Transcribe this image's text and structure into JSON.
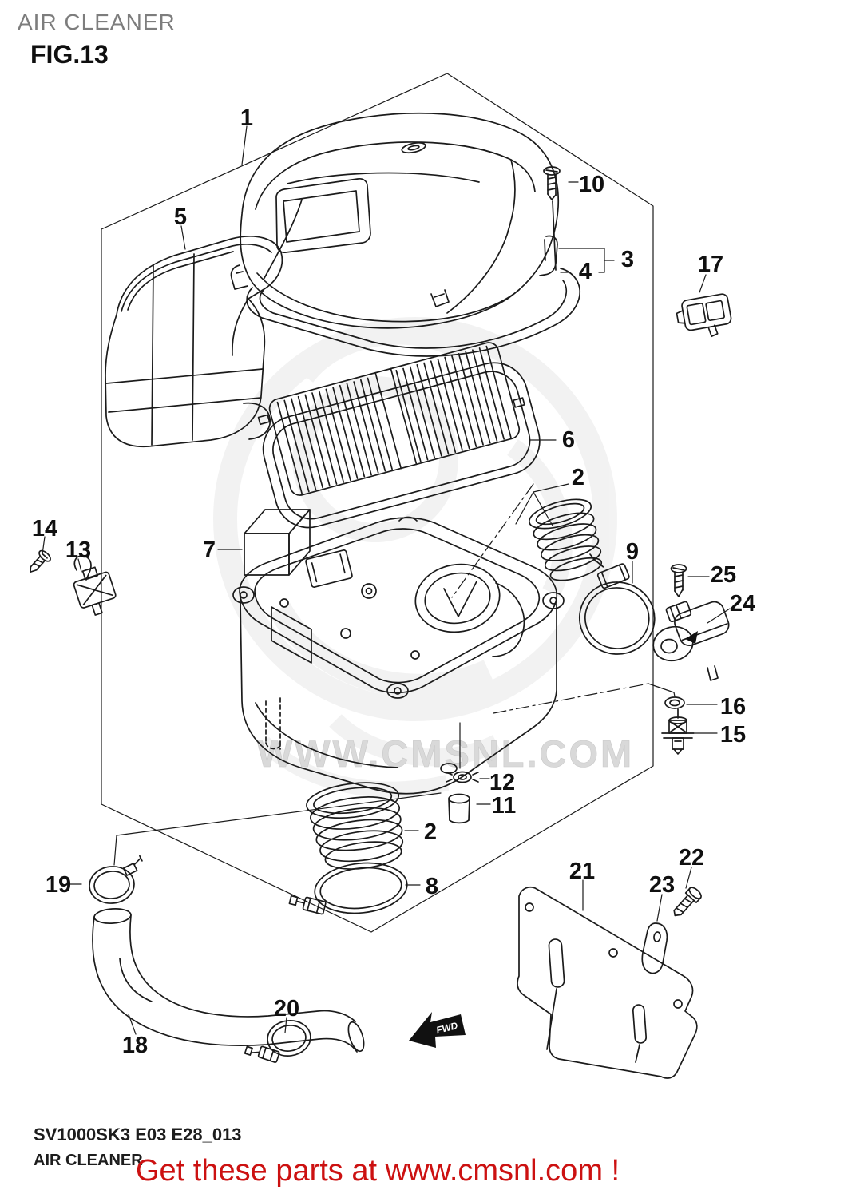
{
  "header": {
    "title": "AIR CLEANER",
    "figure": "FIG.13"
  },
  "watermark": {
    "text": "WWW.CMSNL.COM"
  },
  "fwd": {
    "label": "FWD"
  },
  "callouts": {
    "c1": "1",
    "c2": "2",
    "c2b": "2",
    "c3": "3",
    "c4": "4",
    "c5": "5",
    "c6": "6",
    "c7": "7",
    "c8": "8",
    "c9": "9",
    "c10": "10",
    "c11": "11",
    "c12": "12",
    "c13": "13",
    "c14": "14",
    "c15": "15",
    "c16": "16",
    "c17": "17",
    "c18": "18",
    "c19": "19",
    "c20": "20",
    "c21": "21",
    "c22": "22",
    "c23": "23",
    "c24": "24",
    "c25": "25"
  },
  "footer": {
    "model": "SV1000SK3 E03 E28_013",
    "title": "AIR CLEANER",
    "promo": "Get these parts at www.cmsnl.com !"
  },
  "colors": {
    "line": "#1b1b1b",
    "header_gray": "#7d7d7d",
    "promo_red": "#cc1111",
    "watermark_gray": "#d9d9d9"
  }
}
